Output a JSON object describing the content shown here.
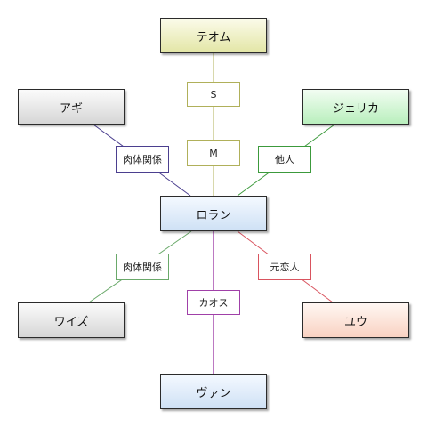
{
  "nodes": {
    "teomu": {
      "label": "テオム",
      "fill_top": "#fbfbea",
      "fill_bottom": "#e3e6a6"
    },
    "agi": {
      "label": "アギ",
      "fill_top": "#fbfbfb",
      "fill_bottom": "#d6d6d6"
    },
    "jerika": {
      "label": "ジェリカ",
      "fill_top": "#f2fdf2",
      "fill_bottom": "#b9efbd"
    },
    "loran": {
      "label": "ロラン",
      "fill_top": "#f4f9ff",
      "fill_bottom": "#cfe1f5"
    },
    "waizu": {
      "label": "ワイズ",
      "fill_top": "#fbfbfb",
      "fill_bottom": "#d6d6d6"
    },
    "yuu": {
      "label": "ユウ",
      "fill_top": "#fff7f3",
      "fill_bottom": "#f9d2c2"
    },
    "van": {
      "label": "ヴァン",
      "fill_top": "#f4f9ff",
      "fill_bottom": "#cfe1f5"
    }
  },
  "edges": {
    "s": {
      "label": "S",
      "color": "#b0b05a"
    },
    "m": {
      "label": "M",
      "color": "#b0b05a"
    },
    "agi_loran": {
      "label": "肉体関係",
      "color": "#4b3f8f"
    },
    "jerika_loran": {
      "label": "他人",
      "color": "#3c9a3c"
    },
    "waizu_loran": {
      "label": "肉体関係",
      "color": "#6aa96a"
    },
    "yuu_loran": {
      "label": "元恋人",
      "color": "#d9545f"
    },
    "van_loran": {
      "label": "カオス",
      "color": "#a040a8"
    }
  }
}
